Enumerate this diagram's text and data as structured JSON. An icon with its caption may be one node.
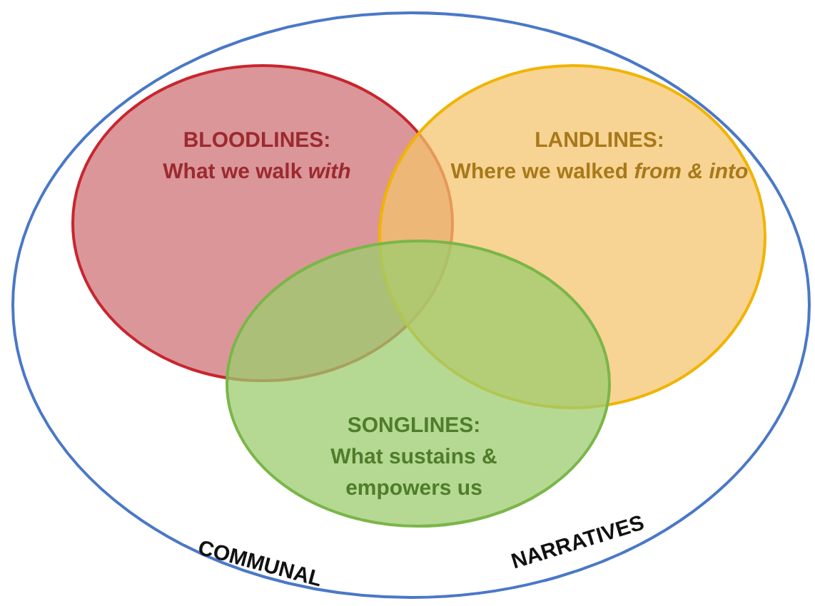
{
  "diagram": {
    "nodes": [
      {
        "text": [
          "COMMUNAL",
          "NARRATIVES"
        ]
      },
      {
        "text": [
          "BLOODLINES:",
          "What we walk *with*"
        ],
        "in": 0
      },
      {
        "text": [
          "LANDLINES:",
          "Where we walked *from & into*"
        ],
        "in": 0
      },
      {
        "text": [
          "SONGLINES:",
          "What sustains & empowers us"
        ],
        "in": 0
      }
    ]
  }
}
